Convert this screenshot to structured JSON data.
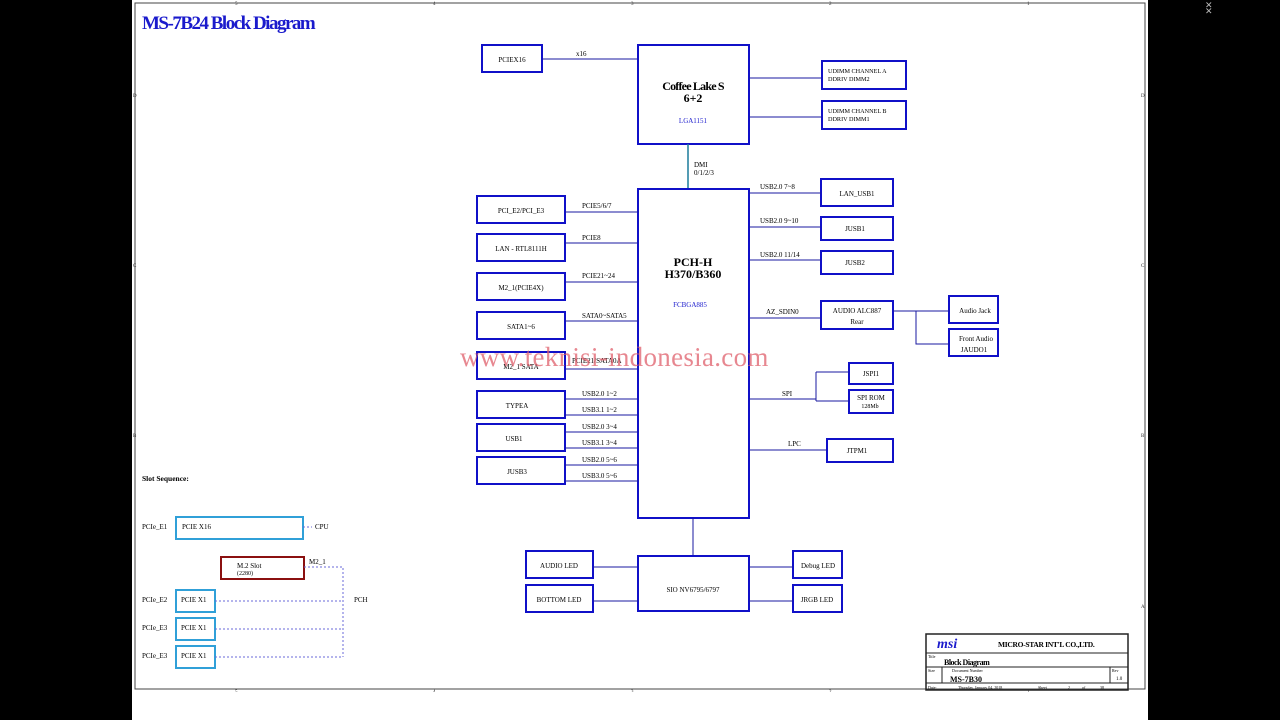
{
  "title": "MS-7B24 Block Diagram",
  "border_ticks": {
    "top": [
      "5",
      "4",
      "3",
      "2",
      "1"
    ],
    "bottom": [
      "5",
      "4",
      "3",
      "2",
      "1"
    ],
    "left": [
      "D",
      "C",
      "B"
    ],
    "right": [
      "D",
      "C",
      "B",
      "A"
    ]
  },
  "blocks": {
    "cpu": {
      "line1": "Coffee Lake S",
      "line2": "6+2",
      "sub": "LGA1151"
    },
    "pch": {
      "line1": "PCH-H",
      "line2": "H370/B360",
      "sub": "FCBGA885"
    },
    "sio": "SIO NV6795/6797",
    "pciex16": "PCIEX16",
    "dimm_a": {
      "line1": "UDIMM    CHANNEL A",
      "line2": "DDRIV    DIMM2"
    },
    "dimm_b": {
      "line1": "UDIMM  CHANNEL B",
      "line2": "DDRIV    DIMM1"
    },
    "pci_e2": "PCI_E2/PCI_E3",
    "lan": "LAN - RTL8111H",
    "m2_1": "M2_1(PCIE4X)",
    "sata": "SATA1~6",
    "m2_sata": "M2_1 SATA",
    "typea": "TYPEA",
    "usb1": "USB1",
    "jusb3": "JUSB3",
    "lan_usb1": "LAN_USB1",
    "jusb1": "JUSB1",
    "jusb2": "JUSB2",
    "audio": {
      "line1": "AUDIO ALC887",
      "line2": "Rear"
    },
    "audio_jack": "Audio Jack",
    "front_audio": {
      "line1": "Front  Audio",
      "line2": "JAUDO1"
    },
    "jspi1": "JSPI1",
    "spi_rom": {
      "line1": "SPI ROM",
      "line2": "128Mb"
    },
    "jtpm1": "JTPM1",
    "audio_led": "AUDIO LED",
    "bottom_led": "BOTTOM LED",
    "debug_led": "Debug LED",
    "jrgb_led": "JRGB LED"
  },
  "signals": {
    "x16": "x16",
    "dmi": "DMI",
    "dmi_lanes": "0/1/2/3",
    "pcie_5_7": "PCIE5/6/7",
    "pcie8": "PCIE8",
    "pcie21": "PCIE21~24",
    "sata0": "SATA0~SATA5",
    "pcie21_sata": "PCIE21/SATA0A",
    "usb20_12": "USB2.0   1~2",
    "usb31_12": "USB3.1   1~2",
    "usb20_34": "USB2.0   3~4",
    "usb31_34": "USB3.1   3~4",
    "usb20_56": "USB2.0   5~6",
    "usb30_56": "USB3.0   5~6",
    "usb20_78": "USB2.0   7~8",
    "usb20_910": "USB2.0   9~10",
    "usb20_1114": "USB2.0   11/14",
    "az_sdin0": "AZ_SDIN0",
    "spi": "SPI",
    "lpc": "LPC"
  },
  "slot_sequence": {
    "heading": "Slot Sequence:",
    "slots": [
      {
        "label": "PCIe_E1",
        "box": "PCIE X16",
        "dest": "CPU"
      },
      {
        "label": "",
        "box": "M.2 Slot",
        "box2": "(2280)",
        "dest": "M2_1"
      },
      {
        "label": "PCIe_E2",
        "box": "PCIE X1",
        "dest": "PCH"
      },
      {
        "label": "PCIe_E3",
        "box": "PCIE X1",
        "dest": ""
      },
      {
        "label": "PCIe_E3",
        "box": "PCIE X1",
        "dest": ""
      }
    ]
  },
  "title_block": {
    "logo": "msi",
    "company": "MICRO-STAR INT'L CO.,LTD.",
    "title_label": "Title",
    "title": "Block Diagram",
    "size_label": "Size",
    "doc_label": "Document Number",
    "doc_number": "MS-7B30",
    "rev_label": "Rev",
    "rev": "1.0",
    "date_label": "Date:",
    "date": "Thursday, January 04, 2018",
    "sheet_label": "Sheet",
    "sheet": "2",
    "of_label": "of",
    "of": "38"
  },
  "watermark": "www.teknisi-indonesia.com",
  "colors": {
    "box": "#1010c8",
    "wire": "#1a1aa0",
    "dash": "#6a6ad8",
    "accent_blue": "#1a1acc",
    "slot_red": "#8b1010",
    "slot_cyan": "#30a0d8",
    "dmi_link": "#1a7a9a",
    "watermark": "#e0606c"
  }
}
